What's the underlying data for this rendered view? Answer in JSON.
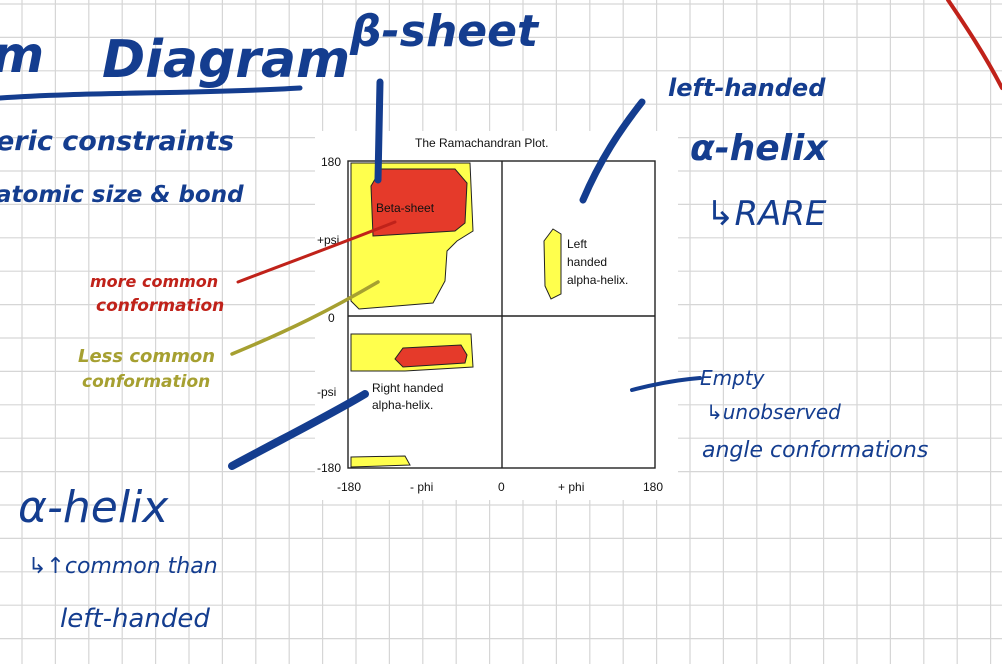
{
  "plot": {
    "title": "The Ramachandran Plot.",
    "y_ticks": {
      "top": "180",
      "upper_mid": "+psi",
      "zero": "0",
      "lower_mid": "-psi",
      "bottom": "-180"
    },
    "x_ticks": {
      "left": "-180",
      "left_mid": "- phi",
      "zero": "0",
      "right_mid": "+ phi",
      "right": "180"
    },
    "regions": {
      "beta_sheet": "Beta-sheet",
      "left_handed": [
        "Left",
        "handed",
        "alpha-helix."
      ],
      "right_handed": [
        "Right handed",
        "alpha-helix."
      ]
    },
    "colors": {
      "core": "#e53a2a",
      "allowed": "#ffff4d",
      "outline": "#222222"
    }
  },
  "notes": {
    "title_fragment": "m",
    "title_word": "Diagram",
    "beta_sheet": "β-sheet",
    "left_top": [
      "eric  constraints",
      "atomic size & bond"
    ],
    "left_handed_label": "left-handed",
    "left_handed_alpha": "α-helix",
    "left_handed_rare": "↳RARE",
    "more_common": [
      "more common",
      "conformation"
    ],
    "less_common": [
      "Less common",
      "conformation"
    ],
    "alpha_helix": "α-helix",
    "alpha_note": [
      "↳↑common than",
      "left-handed"
    ],
    "empty": [
      "Empty",
      "↳unobserved",
      "angle conformations"
    ]
  },
  "ink_colors": {
    "blue": "#143d8f",
    "red": "#c0221a",
    "olive": "#a6a031",
    "grid": "#d6d6d6"
  }
}
